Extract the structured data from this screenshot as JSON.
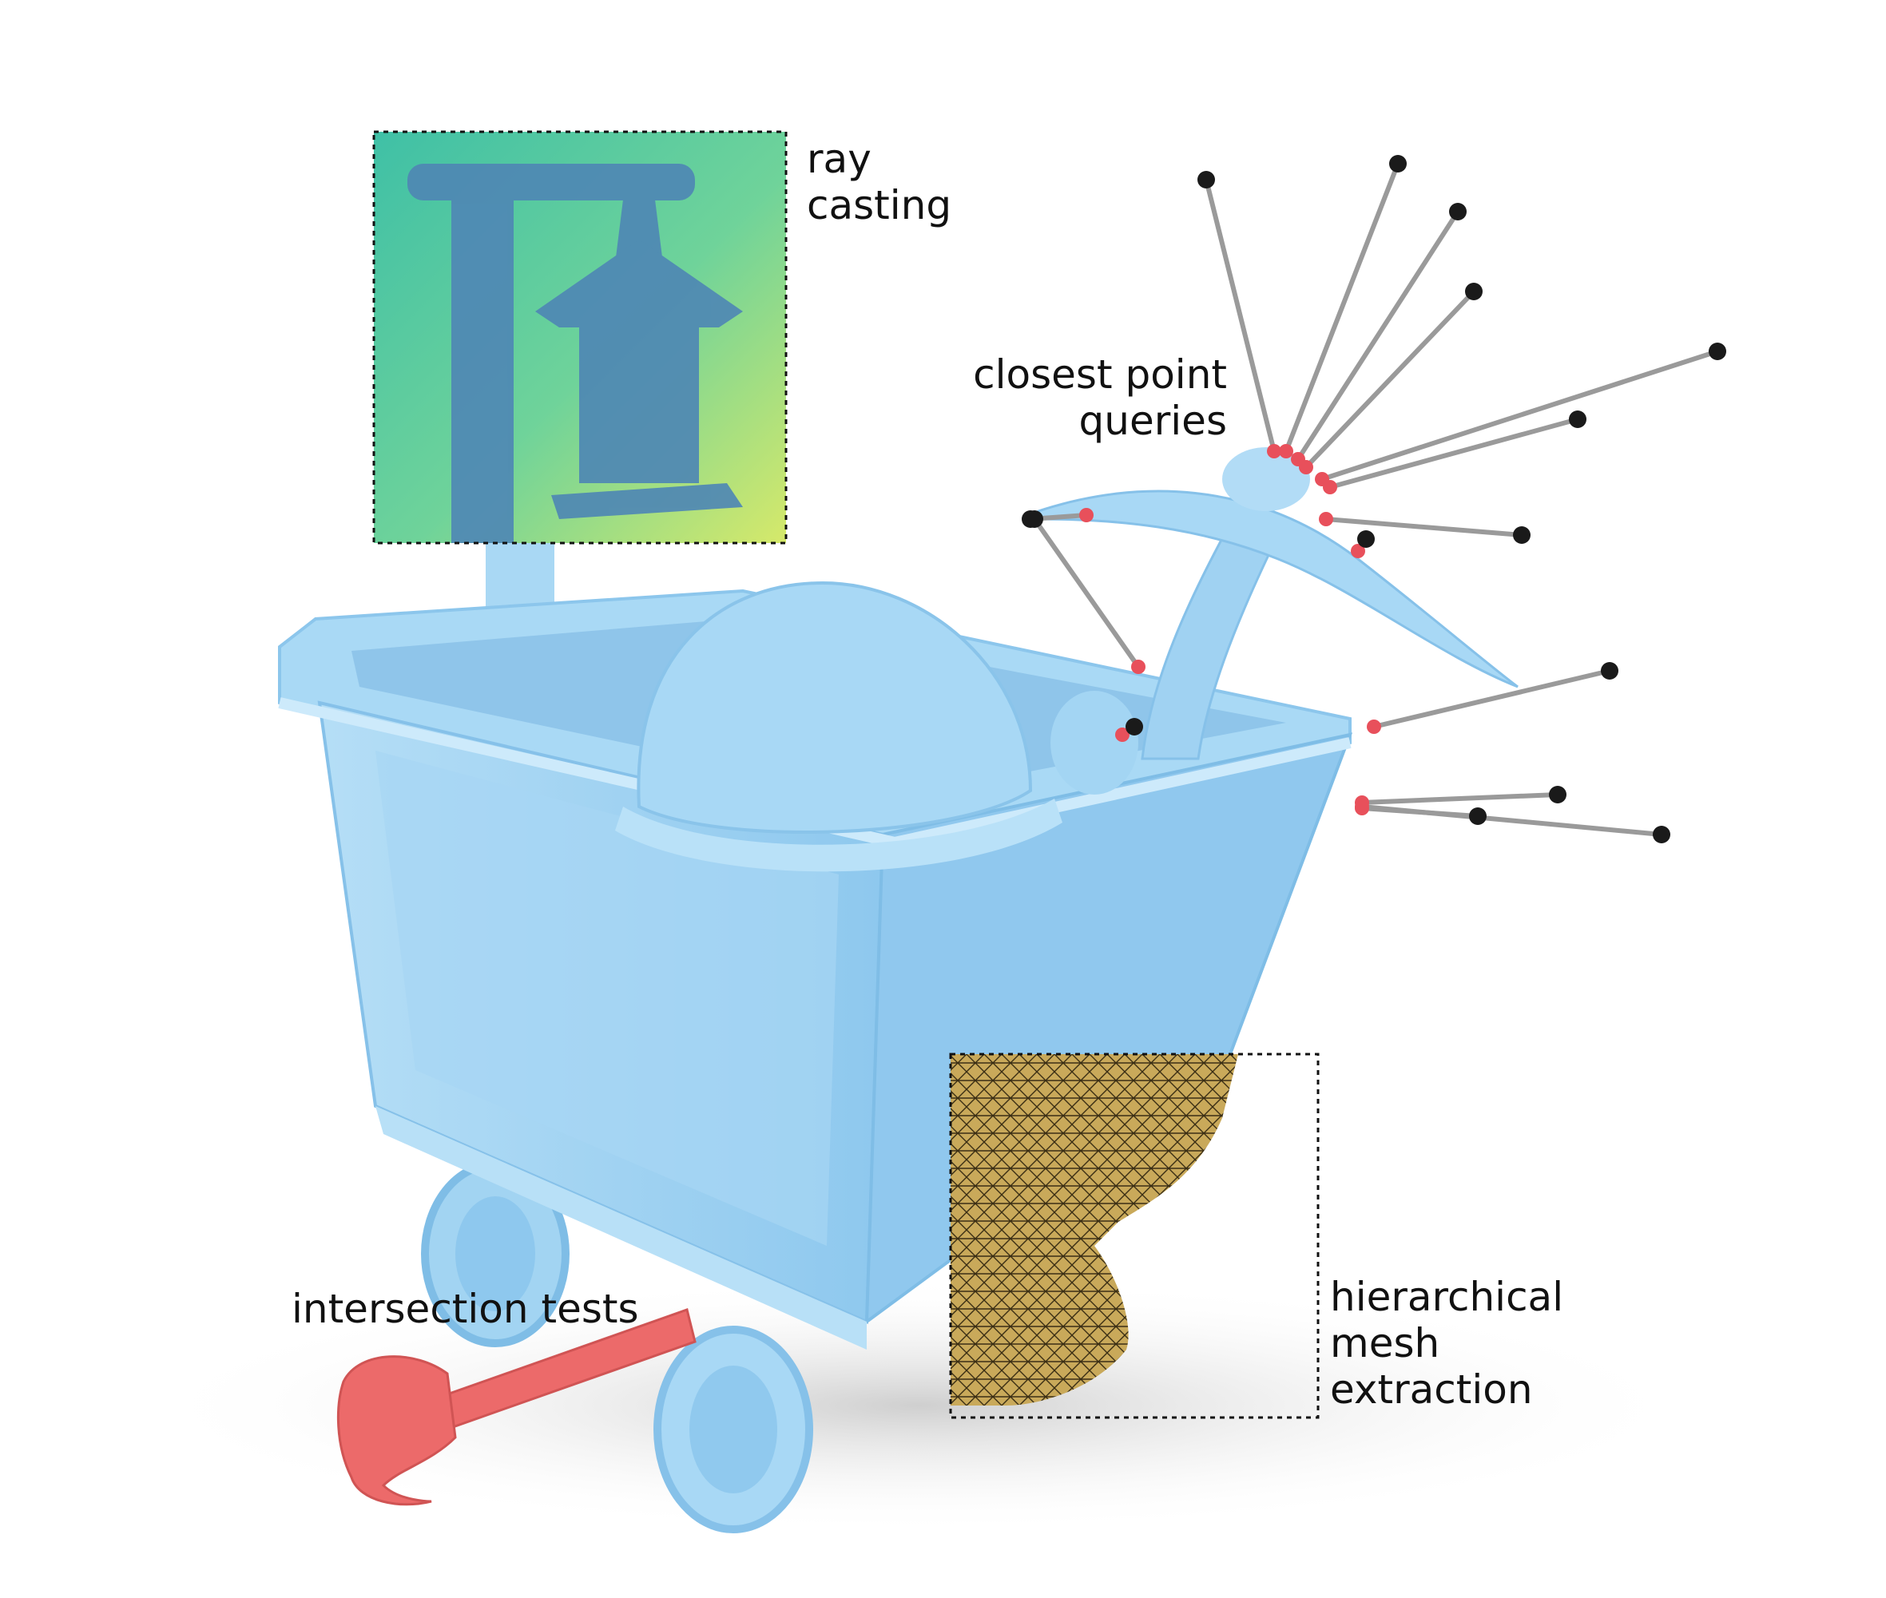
{
  "labels": {
    "ray_casting": [
      "ray",
      "casting"
    ],
    "closest_point": [
      "closest point",
      "queries"
    ],
    "mesh_extraction": [
      "hierarchical",
      "mesh",
      "extraction"
    ],
    "intersection": [
      "intersection tests"
    ]
  },
  "colors": {
    "cart": "#9fd3f2",
    "cart_dark": "#7fbde6",
    "cart_light": "#cfeafb",
    "depth_bg": "#5fcda0",
    "depth_obj": "#4a86b0",
    "mesh": "#c9a95a",
    "hammer": "#ec6a6a",
    "probe": "#1a1a1a",
    "hit": "#e8505b",
    "shadow": "#dcdcdc"
  }
}
